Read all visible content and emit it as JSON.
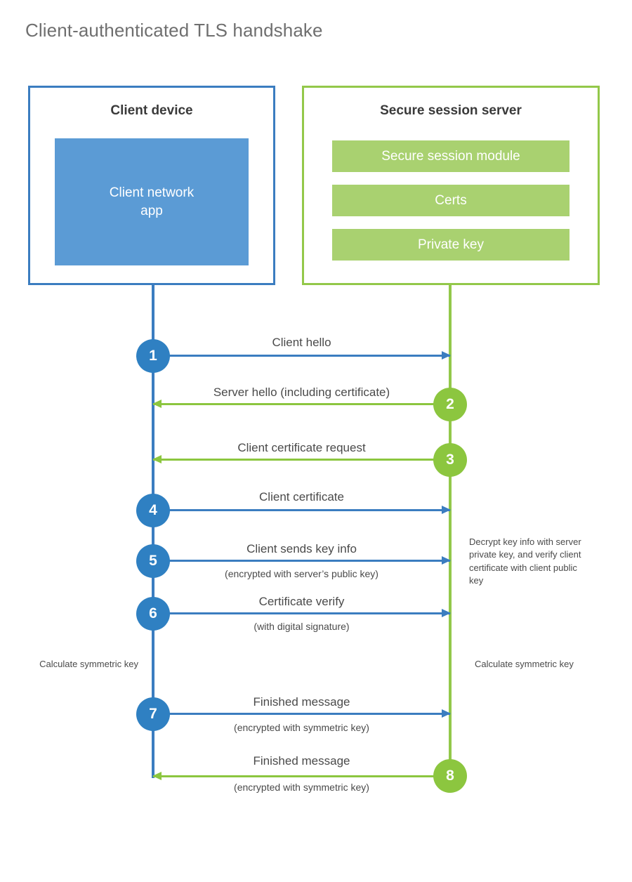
{
  "title": "Client-authenticated TLS handshake",
  "colors": {
    "client_blue": "#3b7dc0",
    "client_app_fill": "#5b9bd5",
    "server_green": "#93c84a",
    "server_bar_fill": "#a9d170",
    "step_circle_blue": "#2f80c2",
    "step_circle_green": "#8cc63f",
    "text_gray": "#4a4a4a",
    "title_gray": "#6f6f6f"
  },
  "client": {
    "title": "Client device",
    "app_label": "Client network\napp"
  },
  "server": {
    "title": "Secure session server",
    "bars": [
      {
        "label": "Secure session module"
      },
      {
        "label": "Certs"
      },
      {
        "label": "Private key"
      }
    ]
  },
  "steps": [
    {
      "number": "1",
      "direction": "client-to-server",
      "label": "Client hello",
      "sublabel": "",
      "actor": "client",
      "color": "blue"
    },
    {
      "number": "2",
      "direction": "server-to-client",
      "label": "Server hello (including certificate)",
      "sublabel": "",
      "actor": "server",
      "color": "green"
    },
    {
      "number": "3",
      "direction": "server-to-client",
      "label": "Client certificate request",
      "sublabel": "",
      "actor": "server",
      "color": "green"
    },
    {
      "number": "4",
      "direction": "client-to-server",
      "label": "Client certificate",
      "sublabel": "",
      "actor": "client",
      "color": "blue"
    },
    {
      "number": "5",
      "direction": "client-to-server",
      "label": "Client sends key info",
      "sublabel": "(encrypted with server’s public key)",
      "actor": "client",
      "color": "blue"
    },
    {
      "number": "6",
      "direction": "client-to-server",
      "label": "Certificate verify",
      "sublabel": "(with digital signature)",
      "actor": "client",
      "color": "blue"
    },
    {
      "number": "7",
      "direction": "client-to-server",
      "label": "Finished message",
      "sublabel": "(encrypted with symmetric key)",
      "actor": "client",
      "color": "blue"
    },
    {
      "number": "8",
      "direction": "server-to-client",
      "label": "Finished message",
      "sublabel": "(encrypted with symmetric key)",
      "actor": "server",
      "color": "green"
    }
  ],
  "notes": {
    "server_decrypt": "Decrypt key info with server private key, and verify client certificate with client public key",
    "client_calculate": "Calculate symmetric key",
    "server_calculate": "Calculate symmetric key"
  }
}
